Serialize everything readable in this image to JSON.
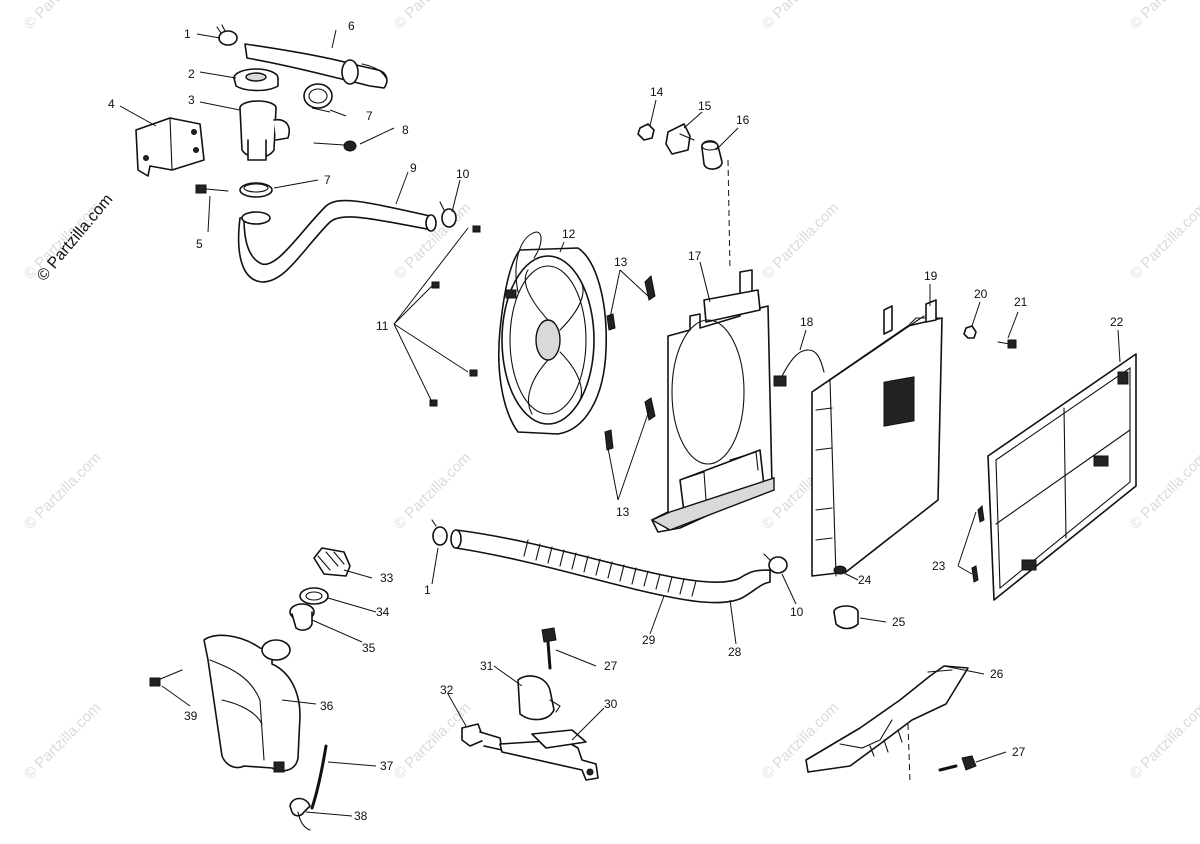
{
  "watermark_text": "© Partzilla.com",
  "side_watermark_text": "© Partzilla.com",
  "colors": {
    "line": "#111111",
    "watermark": "#bdbdbd",
    "background": "#ffffff"
  },
  "callouts": [
    {
      "id": "c1a",
      "label": "1"
    },
    {
      "id": "c2",
      "label": "2"
    },
    {
      "id": "c3",
      "label": "3"
    },
    {
      "id": "c4",
      "label": "4"
    },
    {
      "id": "c5",
      "label": "5"
    },
    {
      "id": "c6",
      "label": "6"
    },
    {
      "id": "c7a",
      "label": "7"
    },
    {
      "id": "c7b",
      "label": "7"
    },
    {
      "id": "c8",
      "label": "8"
    },
    {
      "id": "c9",
      "label": "9"
    },
    {
      "id": "c10a",
      "label": "10"
    },
    {
      "id": "c11",
      "label": "11"
    },
    {
      "id": "c12",
      "label": "12"
    },
    {
      "id": "c13a",
      "label": "13"
    },
    {
      "id": "c13b",
      "label": "13"
    },
    {
      "id": "c14",
      "label": "14"
    },
    {
      "id": "c15",
      "label": "15"
    },
    {
      "id": "c16",
      "label": "16"
    },
    {
      "id": "c17",
      "label": "17"
    },
    {
      "id": "c18",
      "label": "18"
    },
    {
      "id": "c19",
      "label": "19"
    },
    {
      "id": "c20",
      "label": "20"
    },
    {
      "id": "c21",
      "label": "21"
    },
    {
      "id": "c22",
      "label": "22"
    },
    {
      "id": "c23",
      "label": "23"
    },
    {
      "id": "c24",
      "label": "24"
    },
    {
      "id": "c25",
      "label": "25"
    },
    {
      "id": "c26",
      "label": "26"
    },
    {
      "id": "c27a",
      "label": "27"
    },
    {
      "id": "c27b",
      "label": "27"
    },
    {
      "id": "c28",
      "label": "28"
    },
    {
      "id": "c29",
      "label": "29"
    },
    {
      "id": "c30",
      "label": "30"
    },
    {
      "id": "c31",
      "label": "31"
    },
    {
      "id": "c32",
      "label": "32"
    },
    {
      "id": "c33",
      "label": "33"
    },
    {
      "id": "c34",
      "label": "34"
    },
    {
      "id": "c35",
      "label": "35"
    },
    {
      "id": "c36",
      "label": "36"
    },
    {
      "id": "c37",
      "label": "37"
    },
    {
      "id": "c38",
      "label": "38"
    },
    {
      "id": "c39",
      "label": "39"
    },
    {
      "id": "c1b",
      "label": "1"
    },
    {
      "id": "c10b",
      "label": "10"
    }
  ]
}
